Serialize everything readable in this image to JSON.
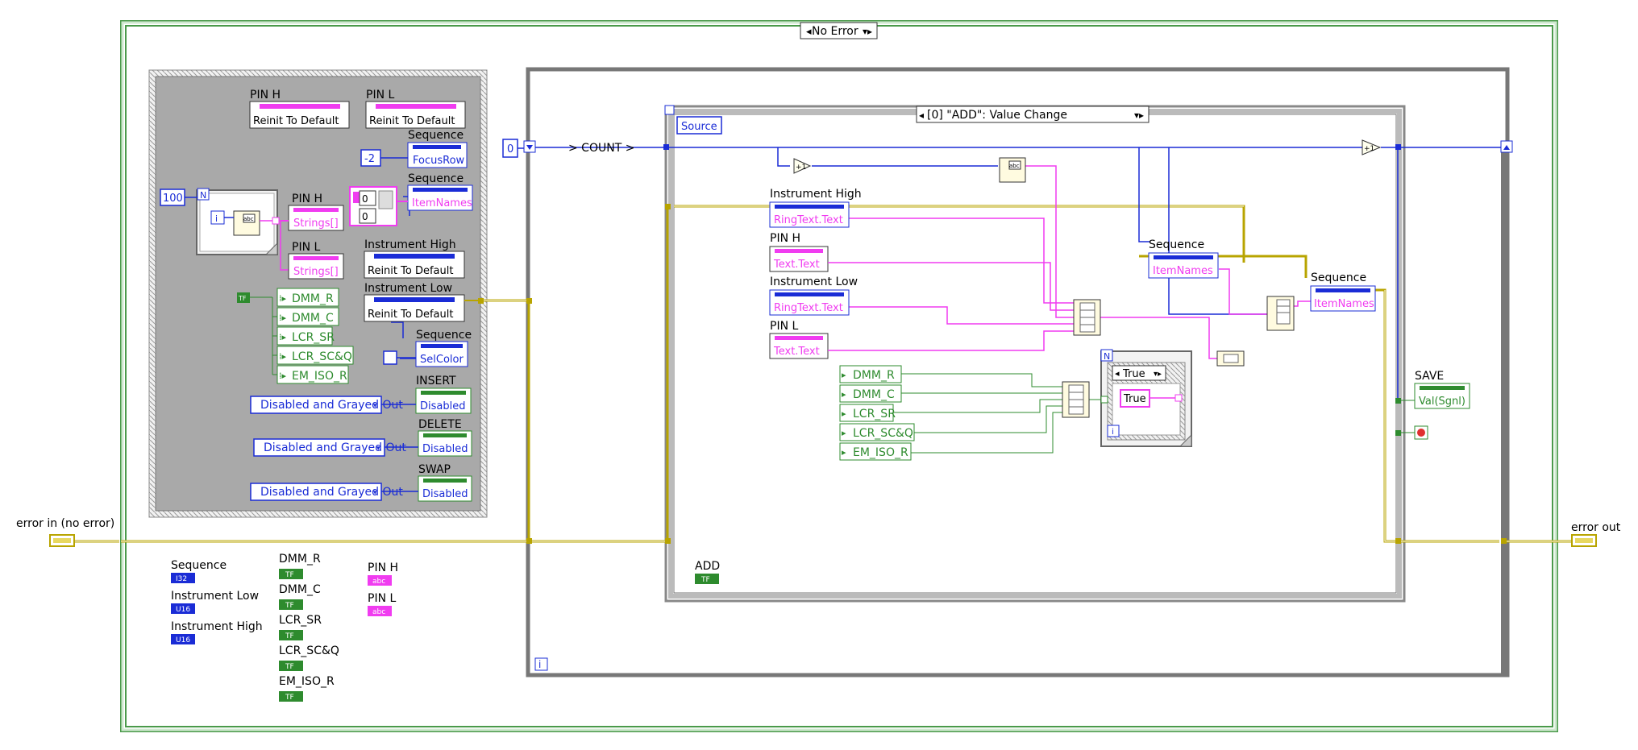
{
  "case_selector": "No Error",
  "event_case": "[0] \"ADD\": Value Change",
  "error_in": "error in (no error)",
  "error_out": "error out",
  "source": "Source",
  "count_label": "> COUNT >",
  "shift_init": "0",
  "loop_count": "100",
  "for_n": "N",
  "iter_i": "i",
  "reinit": "Reinit To Default",
  "disabled_grayed": "Disabled and Grayed Out",
  "labels": {
    "pin_h": "PIN H",
    "pin_l": "PIN L",
    "sequence": "Sequence",
    "instr_high": "Instrument High",
    "instr_low": "Instrument Low",
    "insert": "INSERT",
    "delete": "DELETE",
    "swap": "SWAP",
    "save": "SAVE",
    "add": "ADD",
    "dmm_r": "DMM_R",
    "dmm_c": "DMM_C",
    "lcr_sr": "LCR_SR",
    "lcr_scq": "LCR_SC&Q",
    "em_iso_r": "EM_ISO_R"
  },
  "props": {
    "focus_row": "FocusRow",
    "item_names": "ItemNames",
    "strings": "Strings[]",
    "sel_color": "SelColor",
    "disabled": "Disabled",
    "ring_text": "RingText.Text",
    "text_text": "Text.Text",
    "val_sgnl": "Val(Sgnl)"
  },
  "consts": {
    "minus2": "-2",
    "zero": "0",
    "true_label": "True",
    "true_case": "True",
    "tf": "TF",
    "i32": "I32",
    "u16": "U16",
    "abc": "abc"
  },
  "colors": {
    "error_wire": "#b8a400",
    "int_wire": "#1a2cd6",
    "string_wire": "#f03cf0",
    "bool_wire": "#1e7a1e",
    "structure_green": "#2e8b2e",
    "event_gray": "#7a7a7a"
  }
}
